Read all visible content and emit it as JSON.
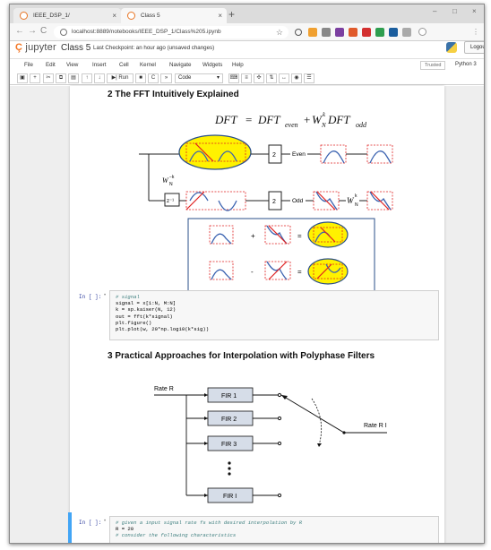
{
  "browser": {
    "tabs": [
      {
        "title": "IEEE_DSP_1/"
      },
      {
        "title": "Class 5"
      }
    ],
    "new_tab": "+",
    "close": "×",
    "url": "localhost:8889/notebooks/IEEE_DSP_1/Class%205.ipynb",
    "win": {
      "min": "–",
      "max": "□",
      "close": "×"
    }
  },
  "jupyter": {
    "logo_text": "jupyter",
    "notebook_name": "Class 5",
    "checkpoint": "Last Checkpoint: an hour ago",
    "unsaved": "(unsaved changes)",
    "logout": "Logout",
    "menus": [
      "File",
      "Edit",
      "View",
      "Insert",
      "Cell",
      "Kernel",
      "Navigate",
      "Widgets",
      "Help"
    ],
    "trusted": "Trusted",
    "kernel": "Python 3",
    "run_label": "Run",
    "cell_type": "Code"
  },
  "notebook": {
    "heading_fft": "2  The FFT Intuitively Explained",
    "eq": {
      "lhs": "DFT",
      "eq": "=",
      "t1": "DFT",
      "t1sub": "even",
      "plus": "+",
      "W": "W",
      "Wsub": "N",
      "Wsup": "k",
      "t2": "DFT",
      "t2sub": "odd"
    },
    "fft_labels": {
      "down2": "2",
      "even": "Even",
      "odd": "Odd",
      "wnk": "W",
      "wnk_sub": "N",
      "wnk_sup": "−k",
      "zinv": "z⁻¹",
      "plus": "+",
      "minus": "-",
      "equals": "=",
      "twiddle": "W",
      "twiddle_sub": "N",
      "twiddle_sup": "k"
    },
    "cell1": {
      "prompt": "In [ ]:",
      "lines": [
        "# signal",
        "signal = x[1:N, M:N]",
        "k = sp.kaiser(N, 12)",
        "out = fft(k*signal)",
        "plt.figure()",
        "plt.plot(w, 20*np.log10(k*sig))"
      ]
    },
    "heading_poly": "3  Practical Approaches for Interpolation with Polyphase Filters",
    "poly": {
      "rate_in": "Rate R",
      "fir": [
        "FIR 1",
        "FIR 2",
        "FIR 3",
        "FIR I"
      ],
      "rate_out": "Rate R I"
    },
    "cell2": {
      "prompt": "In [ ]:",
      "lines": [
        "# given a input signal rate fs with desired interpolation by R",
        "R = 20",
        "# consider the following characteristics"
      ]
    }
  },
  "colors": {
    "accent": "#f37726",
    "highlight": "#fff200",
    "blue": "#2a4f8a",
    "red": "#e02020",
    "wave": "#3a62b0",
    "select": "#42a5f5"
  }
}
